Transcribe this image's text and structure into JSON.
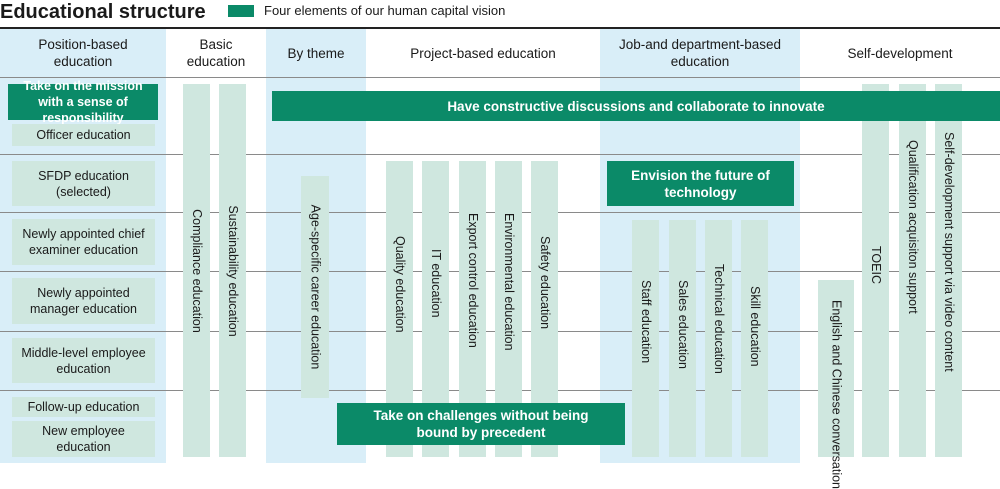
{
  "title": "Educational structure",
  "legend": {
    "label": "Four elements of our human capital vision",
    "color": "#0b8a68"
  },
  "colors": {
    "accent_green": "#0b8a68",
    "light_blue": "#d9eef8",
    "light_green": "#cfe7df"
  },
  "headers": {
    "position": "Position-based education",
    "basic": "Basic education",
    "theme": "By theme",
    "project": "Project-based education",
    "job": "Job-and department-based education",
    "self": "Self-development"
  },
  "position_levels": {
    "mission_highlight": "Take on the mission with a sense of responsibility",
    "officer": "Officer education",
    "sfdp": "SFDP education (selected)",
    "chief_examiner": "Newly appointed chief examiner education",
    "manager": "Newly appointed manager education",
    "middle": "Middle-level employee education",
    "followup": "Follow-up education",
    "new_employee": "New employee education"
  },
  "basic_columns": {
    "compliance": "Compliance education",
    "sustainability": "Sustainability education"
  },
  "theme_columns": {
    "career": "Age-specific career education"
  },
  "project_columns": {
    "quality": "Quality education",
    "it": "IT education",
    "export": "Export control education",
    "environmental": "Environmental education",
    "safety": "Safety education"
  },
  "job_columns": {
    "staff": "Staff education",
    "sales": "Sales education",
    "technical": "Technical education",
    "skill": "Skill education"
  },
  "self_columns": {
    "english": "English and Chinese conversation",
    "toeic": "TOEIC",
    "qualification": "Qualification acquisiton support",
    "video": "Self-development support via video content"
  },
  "vision_banners": {
    "collaborate": "Have constructive discussions and collaborate to innovate",
    "envision": "Envision the future of technology",
    "challenges": "Take on challenges without being bound by precedent"
  }
}
